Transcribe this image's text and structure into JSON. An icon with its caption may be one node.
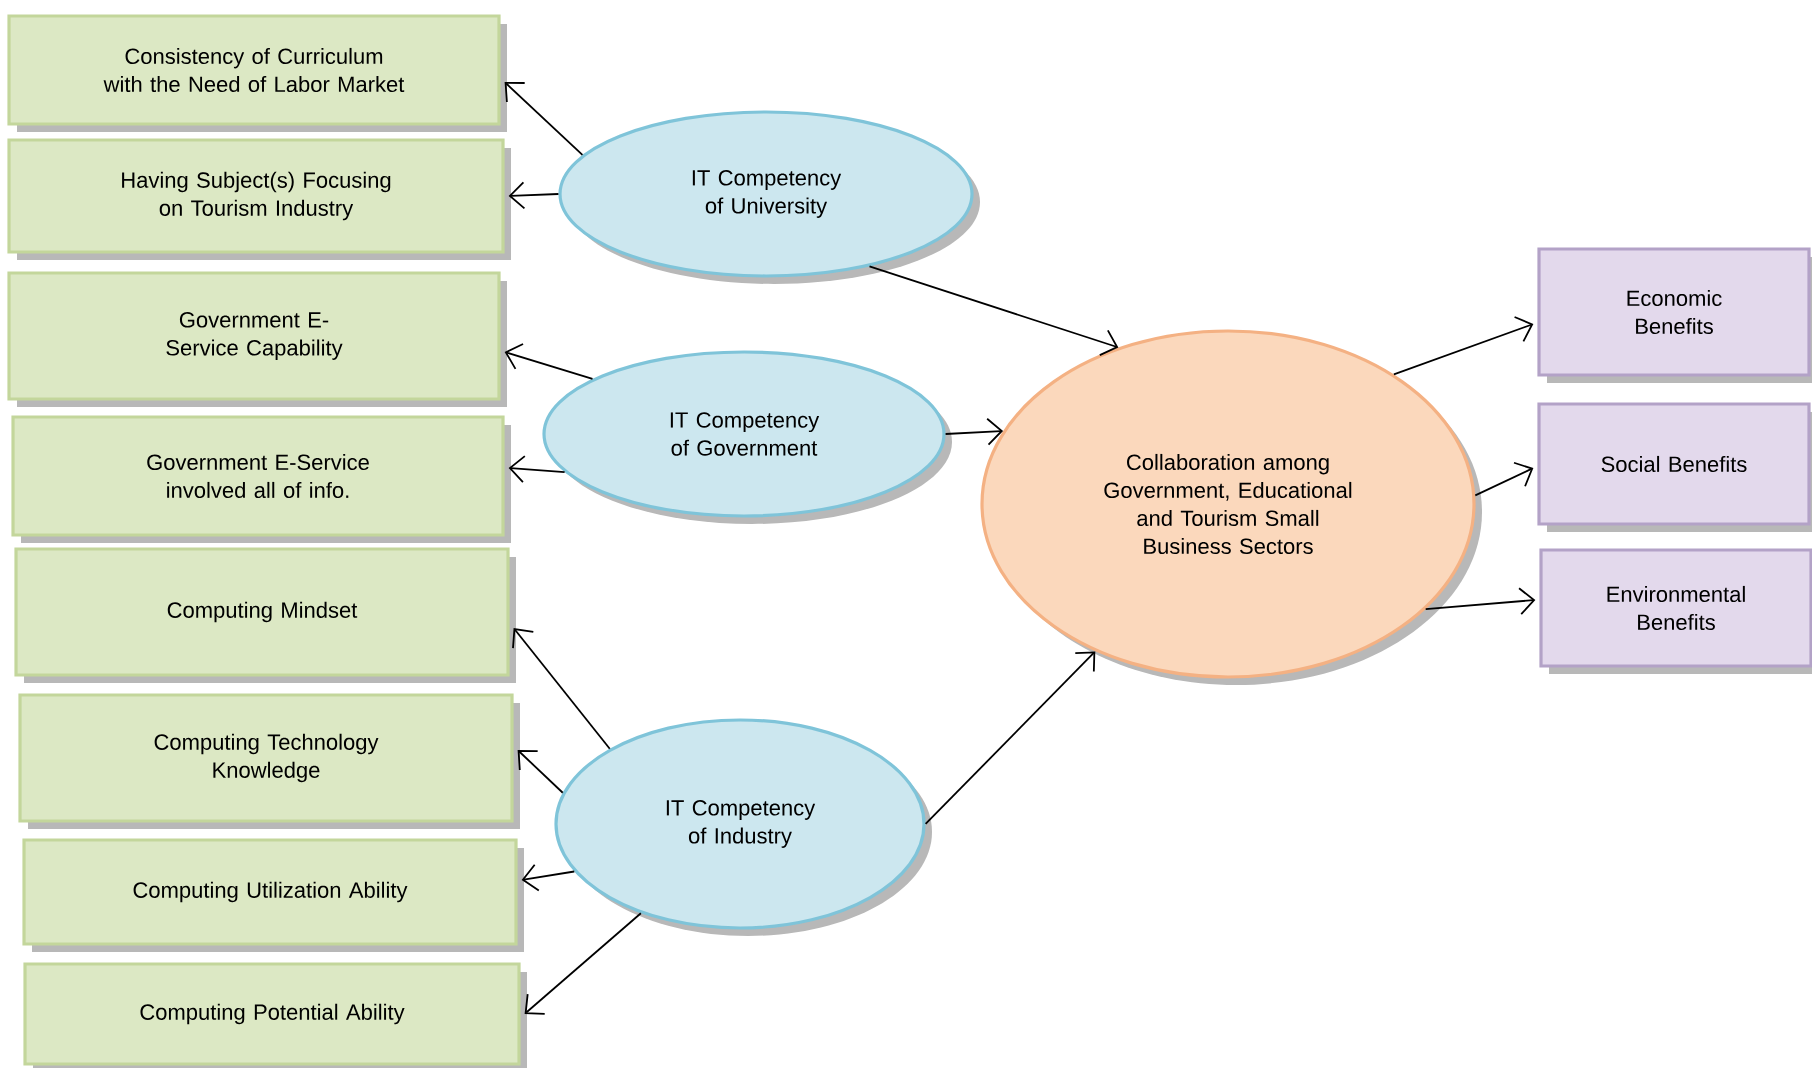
{
  "diagram": {
    "nodes": [
      {
        "text": [
          "Consistency of Curriculum with the Need of Labor Market"
        ]
      },
      {
        "text": [
          "Having Subject(s) Focusing on Tourism Industry"
        ]
      },
      {
        "text": [
          "IT Competency of University"
        ]
      },
      {
        "text": [
          "Government E-Service Capability"
        ]
      },
      {
        "text": [
          "Government E-Service involved all of info."
        ]
      },
      {
        "text": [
          "IT Competency of Government"
        ]
      },
      {
        "text": [
          "Computing Mindset"
        ]
      },
      {
        "text": [
          "Computing Technology Knowledge"
        ]
      },
      {
        "text": [
          "Computing Utilization Ability"
        ]
      },
      {
        "text": [
          "Computing Potential Ability"
        ]
      },
      {
        "text": [
          "IT Competency of Industry"
        ]
      },
      {
        "text": [
          "Collaboration among Government, Educational and Tourism Small Business Sectors"
        ]
      },
      {
        "text": [
          "Economic Benefits"
        ]
      },
      {
        "text": [
          "Social Benefits"
        ]
      },
      {
        "text": [
          "Environmental Benefits"
        ]
      }
    ],
    "edges": [
      {
        "from": 2,
        "to": 0,
        "arrow": "to"
      },
      {
        "from": 2,
        "to": 1,
        "arrow": "to"
      },
      {
        "from": 2,
        "to": 11,
        "arrow": "to"
      },
      {
        "from": 5,
        "to": 3,
        "arrow": "to"
      },
      {
        "from": 5,
        "to": 4,
        "arrow": "to"
      },
      {
        "from": 5,
        "to": 11,
        "arrow": "to"
      },
      {
        "from": 10,
        "to": 6,
        "arrow": "to"
      },
      {
        "from": 10,
        "to": 7,
        "arrow": "to"
      },
      {
        "from": 10,
        "to": 8,
        "arrow": "to"
      },
      {
        "from": 10,
        "to": 9,
        "arrow": "to"
      },
      {
        "from": 10,
        "to": 11,
        "arrow": "to"
      },
      {
        "from": 11,
        "to": 12,
        "arrow": "to"
      },
      {
        "from": 11,
        "to": 13,
        "arrow": "to"
      },
      {
        "from": 11,
        "to": 14,
        "arrow": "to"
      }
    ]
  }
}
